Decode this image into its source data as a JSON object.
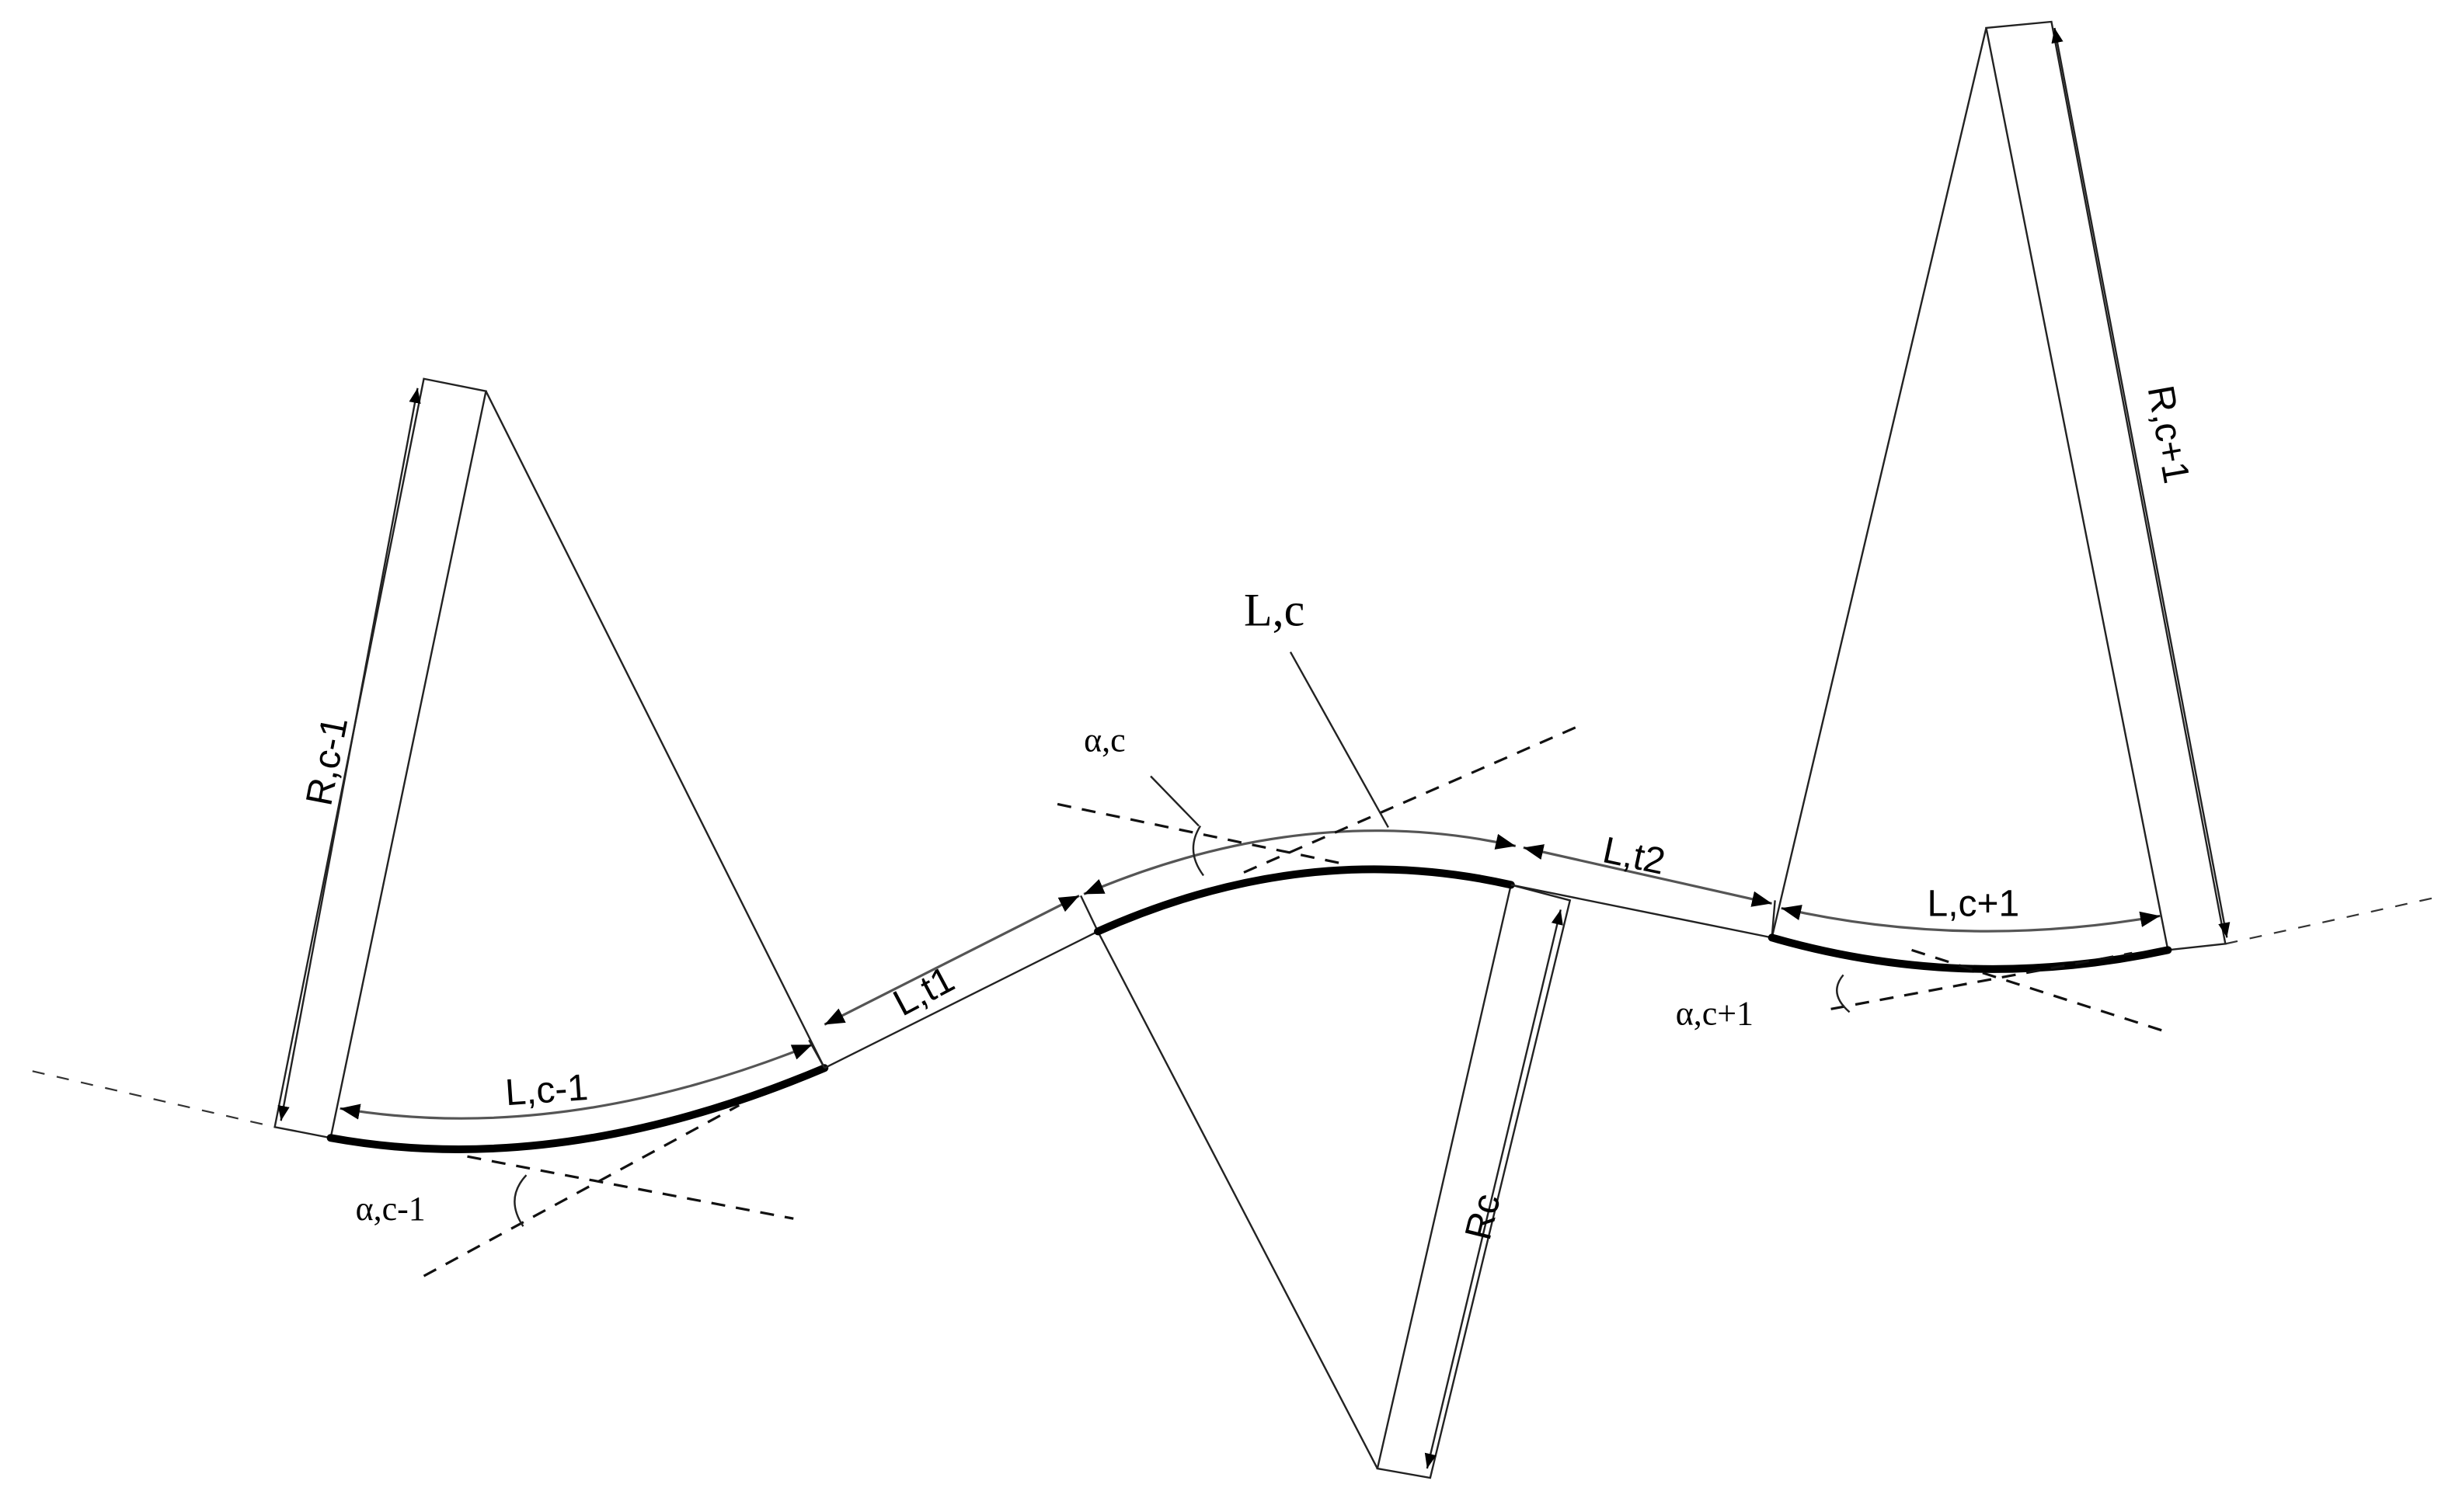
{
  "labels": {
    "radius_prev": "R,c-1",
    "length_prev": "L,c-1",
    "angle_prev": "α,c-1",
    "tangent_1": "L,t1",
    "angle_curr": "α,c",
    "length_curr": "L,c",
    "radius_curr": "Rc",
    "tangent_2": "L,t2",
    "length_next": "L,c+1",
    "angle_next": "α,c+1",
    "radius_next": "R,c+1"
  },
  "colors": {
    "line": "#000000",
    "background": "#ffffff"
  }
}
